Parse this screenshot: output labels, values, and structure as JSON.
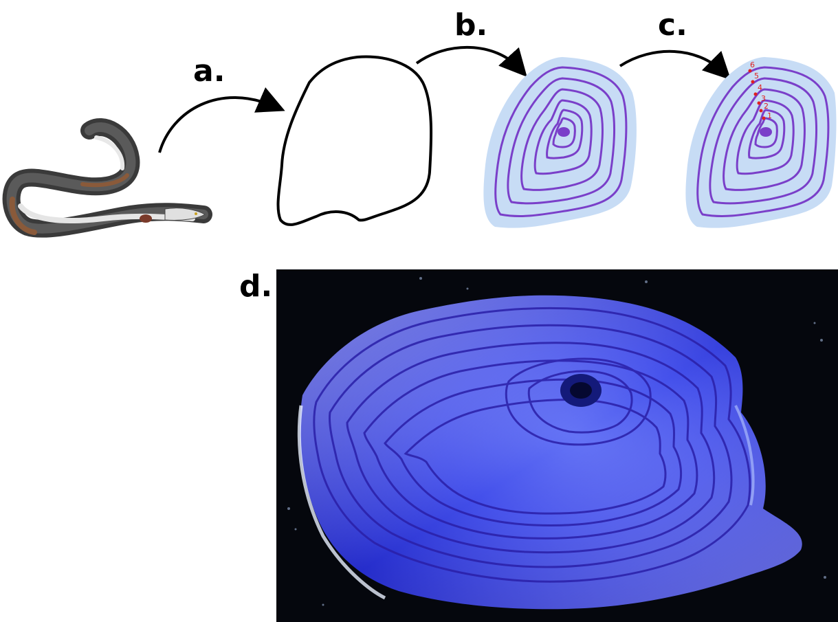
{
  "panels": {
    "a": {
      "label": "a."
    },
    "b": {
      "label": "b."
    },
    "c": {
      "label": "c."
    },
    "d": {
      "label": "d."
    }
  },
  "annuli_marks": [
    "1",
    "2",
    "3",
    "4",
    "5",
    "6"
  ],
  "colors": {
    "otolith_fill": "#c7dcf5",
    "ring_stroke": "#7a3fc9",
    "mark_red": "#e02020",
    "photo_bg": "#05070d",
    "photo_blue": "#2330e0"
  },
  "icons": {
    "eel": "eel-illustration",
    "outline": "otolith-outline",
    "rings": "otolith-rings",
    "counted": "otolith-annuli-counted",
    "photo": "otolith-micrograph"
  }
}
